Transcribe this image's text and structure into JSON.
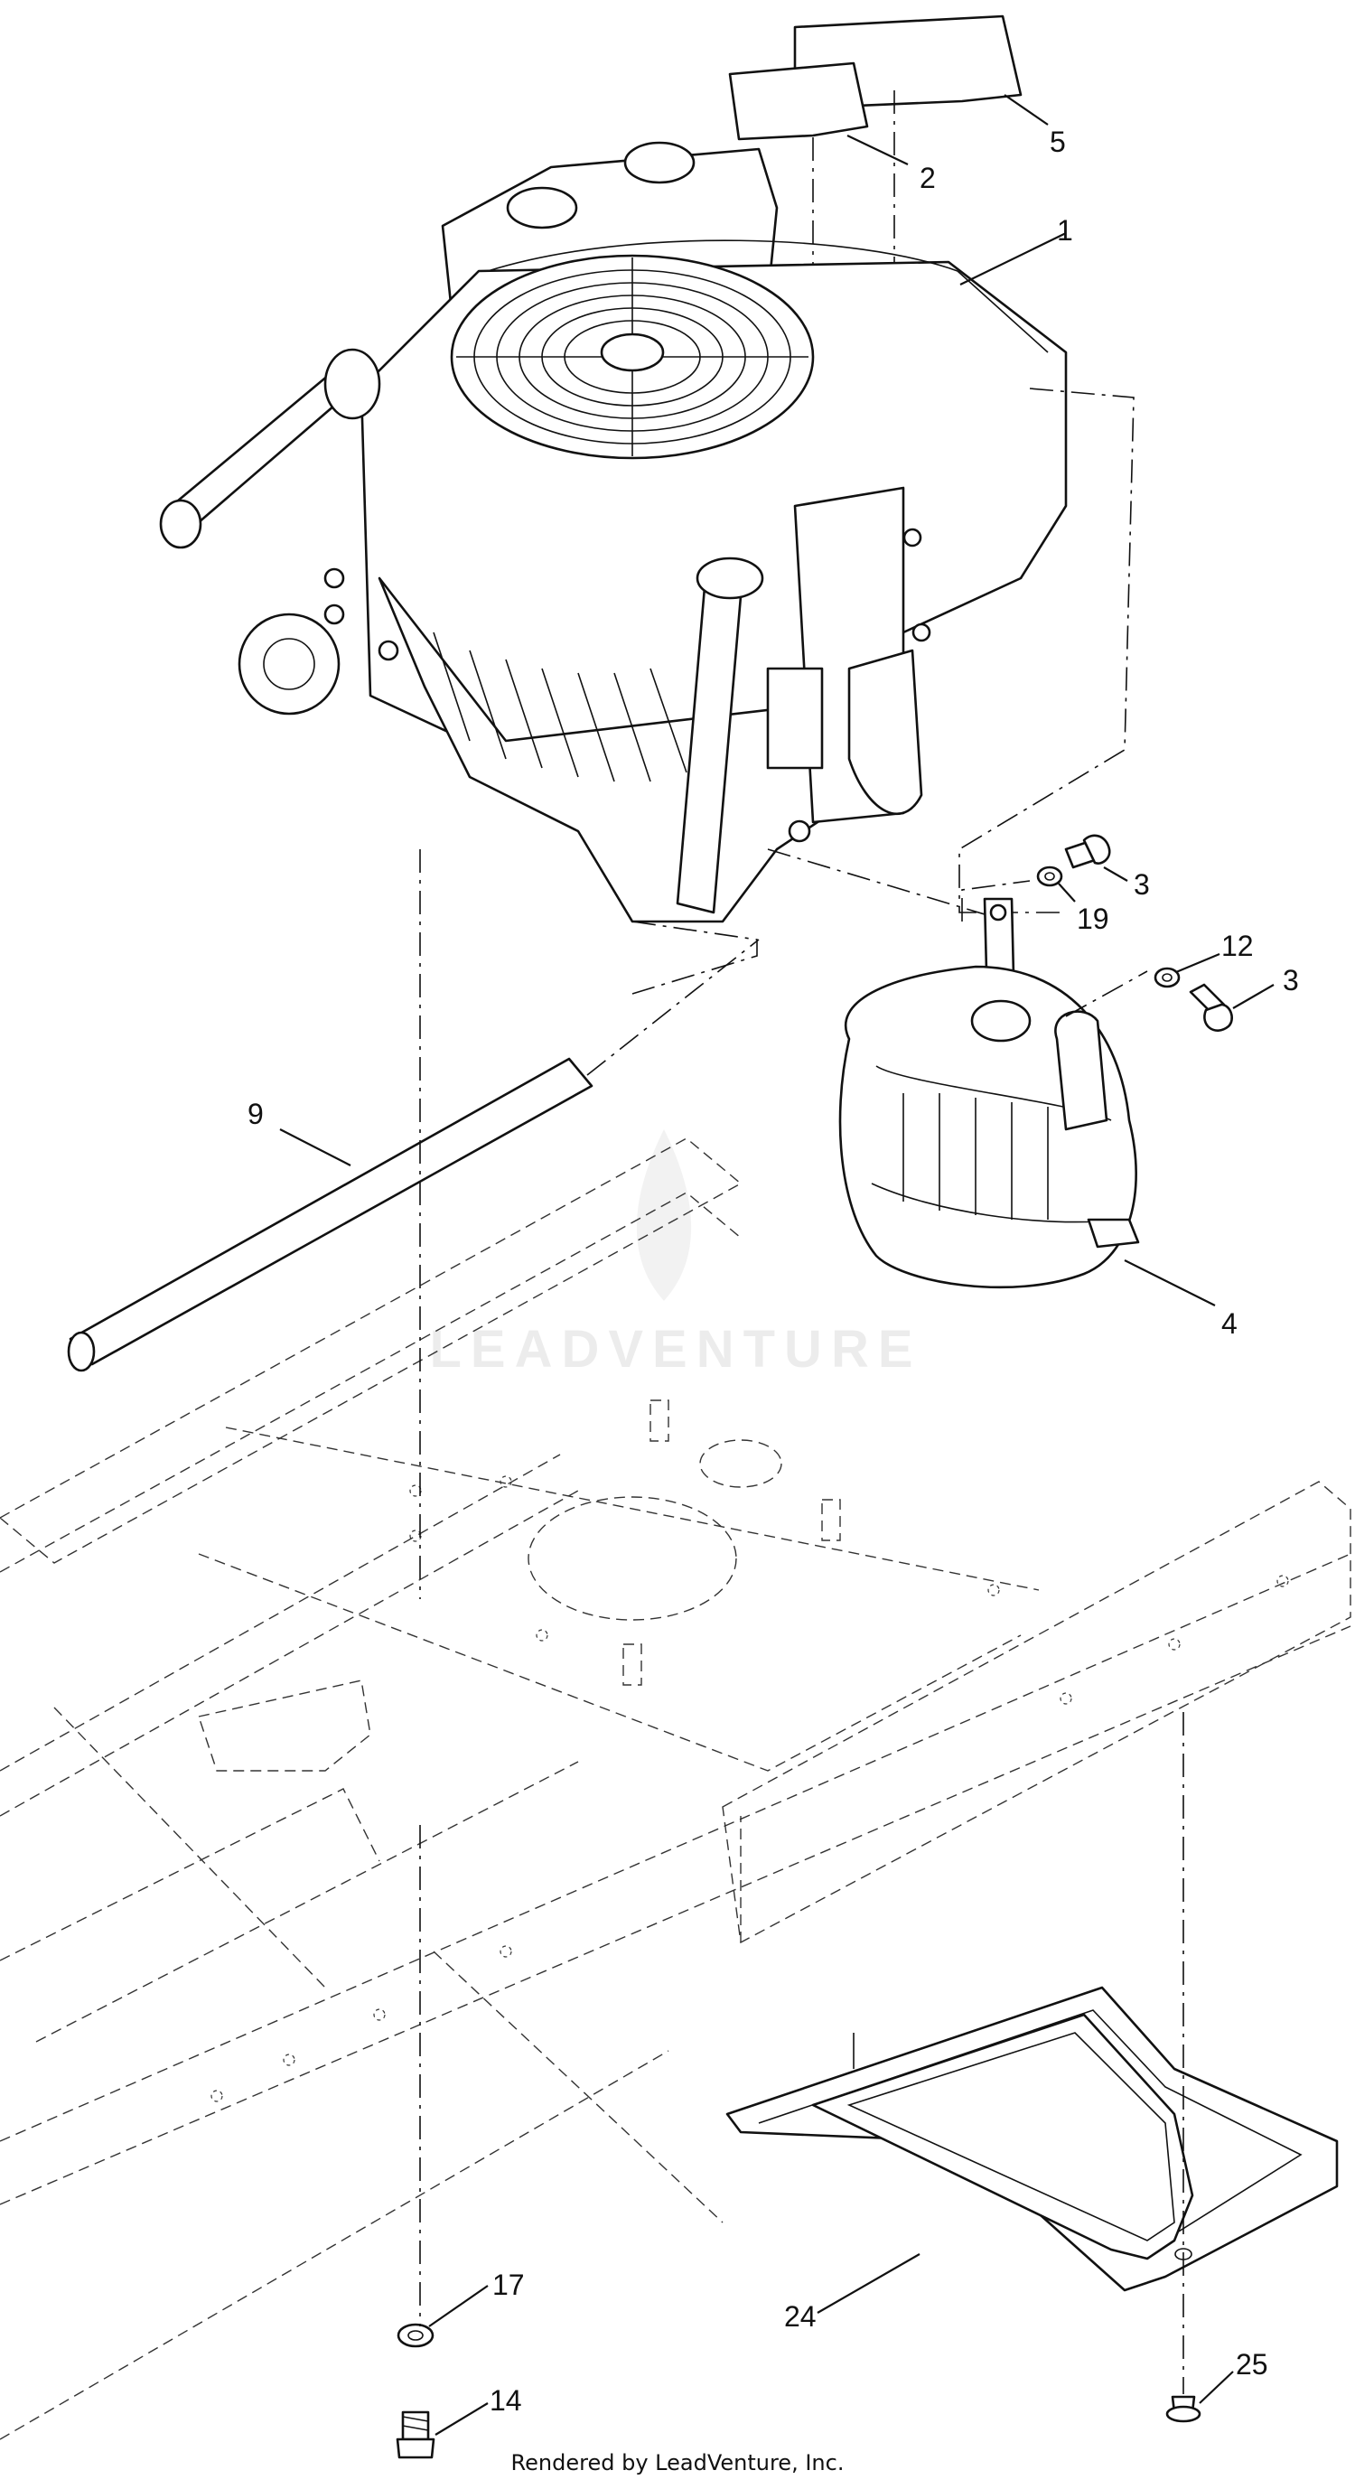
{
  "diagram": {
    "callouts": [
      {
        "id": "callout-1",
        "label": "1"
      },
      {
        "id": "callout-2",
        "label": "2"
      },
      {
        "id": "callout-5",
        "label": "5"
      },
      {
        "id": "callout-3a",
        "label": "3"
      },
      {
        "id": "callout-19",
        "label": "19"
      },
      {
        "id": "callout-12",
        "label": "12"
      },
      {
        "id": "callout-3b",
        "label": "3"
      },
      {
        "id": "callout-9",
        "label": "9"
      },
      {
        "id": "callout-4",
        "label": "4"
      },
      {
        "id": "callout-17",
        "label": "17"
      },
      {
        "id": "callout-14",
        "label": "14"
      },
      {
        "id": "callout-24",
        "label": "24"
      },
      {
        "id": "callout-25",
        "label": "25"
      }
    ],
    "watermark": "LEADVENTURE",
    "footer": "Rendered by LeadVenture, Inc."
  }
}
